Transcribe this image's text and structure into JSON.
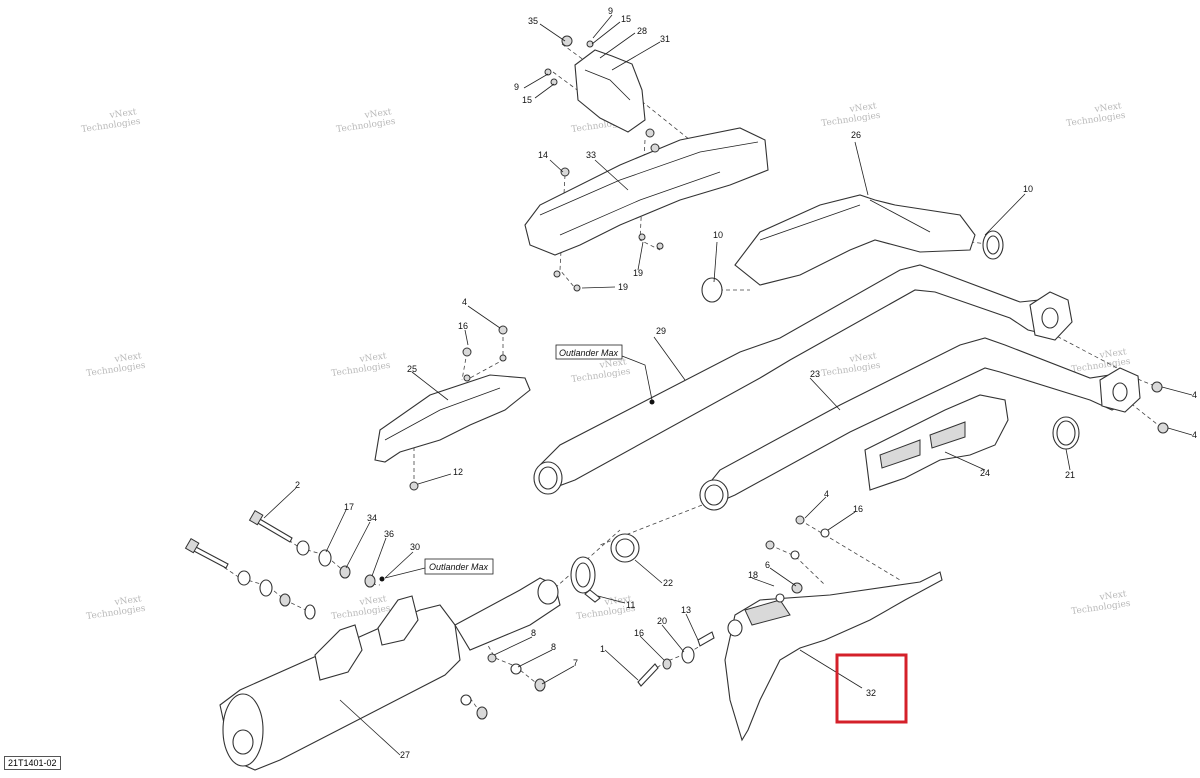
{
  "diagram_ref": "21T1401-02",
  "watermark": {
    "line1": "vNext",
    "line2": "Technologies"
  },
  "model_tag": "Outlander Max",
  "highlight_color": "#d4202a",
  "callouts": {
    "c1": "1",
    "c2": "2",
    "c4": "4",
    "c4b": "4",
    "c6": "6",
    "c7": "7",
    "c8": "8",
    "c8b": "8",
    "c9": "9",
    "c9b": "9",
    "c10": "10",
    "c10b": "10",
    "c11": "11",
    "c12": "12",
    "c13": "13",
    "c14": "14",
    "c15": "15",
    "c15b": "15",
    "c16": "16",
    "c16b": "16",
    "c16c": "16",
    "c17": "17",
    "c18": "18",
    "c19": "19",
    "c19b": "19",
    "c20": "20",
    "c21": "21",
    "c22": "22",
    "c23": "23",
    "c24": "24",
    "c25": "25",
    "c26": "26",
    "c27": "27",
    "c28": "28",
    "c29": "29",
    "c30": "30",
    "c31": "31",
    "c32": "32",
    "c33": "33",
    "c34": "34",
    "c35": "35",
    "c36": "36"
  }
}
